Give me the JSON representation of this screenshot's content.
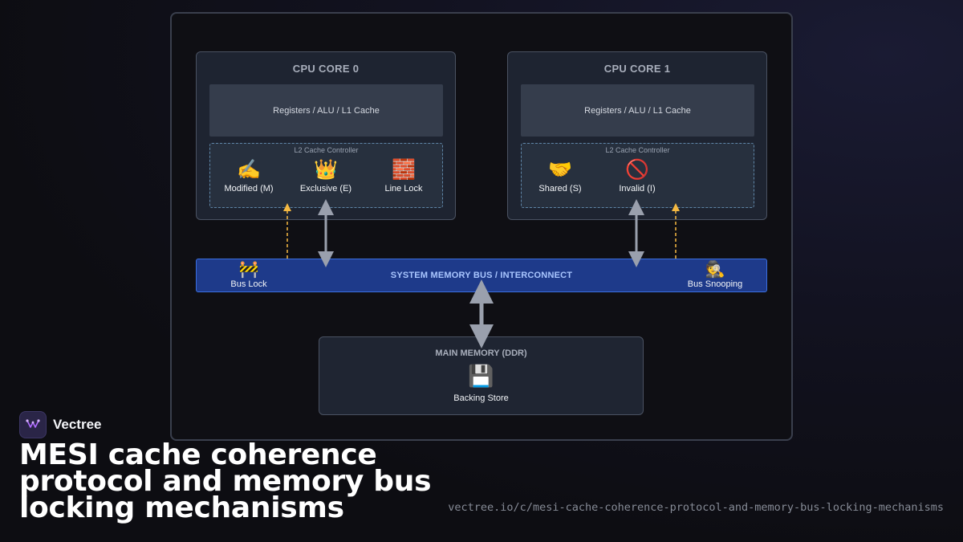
{
  "diagram": {
    "core0": {
      "title": "CPU CORE 0",
      "registers": "Registers / ALU / L1 Cache",
      "l2_title": "L2 Cache Controller",
      "states": [
        {
          "icon": "✍️",
          "label": "Modified (M)"
        },
        {
          "icon": "👑",
          "label": "Exclusive (E)"
        },
        {
          "icon": "🧱",
          "label": "Line Lock"
        }
      ]
    },
    "core1": {
      "title": "CPU CORE 1",
      "registers": "Registers / ALU / L1 Cache",
      "l2_title": "L2 Cache Controller",
      "states": [
        {
          "icon": "🤝",
          "label": "Shared (S)"
        },
        {
          "icon": "🚫",
          "label": "Invalid (I)"
        }
      ]
    },
    "bus": {
      "title": "SYSTEM MEMORY BUS / INTERCONNECT",
      "lock": {
        "icon": "🚧",
        "label": "Bus Lock"
      },
      "snoop": {
        "icon": "🕵️",
        "label": "Bus Snooping"
      }
    },
    "memory": {
      "title": "MAIN MEMORY (DDR)",
      "icon": "💾",
      "label": "Backing Store"
    }
  },
  "colors": {
    "bus_fill": "#1e3a8a",
    "bus_border": "#3b6fe0",
    "arrow_gray": "#9aa0ad",
    "signal_dashed": "#f5b942",
    "brand_purple": "#b06cff"
  },
  "footer": {
    "brand_name": "Vectree",
    "headline": "MESI cache coherence protocol and memory bus locking mechanisms",
    "url": "vectree.io/c/mesi-cache-coherence-protocol-and-memory-bus-locking-mechanisms"
  }
}
